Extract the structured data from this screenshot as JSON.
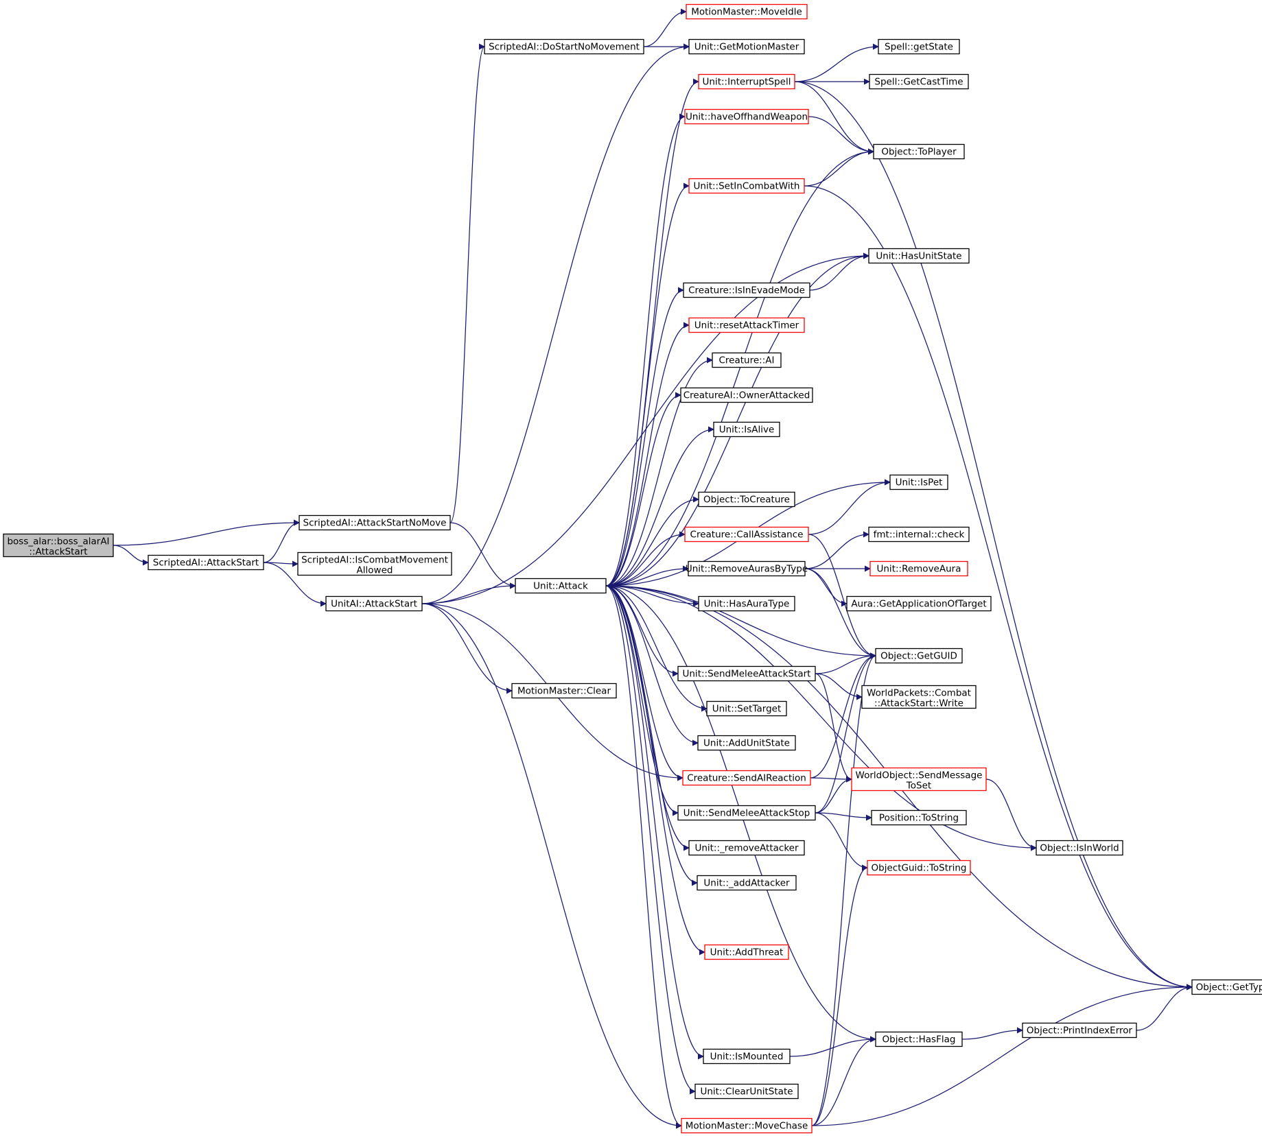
{
  "colors": {
    "edge": "#191970",
    "node_border": "#000000",
    "linked_border": "#ff0000",
    "root_fill": "#bfbfbf",
    "node_fill": "#ffffff"
  },
  "nodes": [
    {
      "id": "root",
      "lines": [
        "boss_alar::boss_alarAI",
        "::AttackStart"
      ],
      "style": "root"
    },
    {
      "id": "sai_asnm",
      "lines": [
        "ScriptedAI::AttackStartNoMove"
      ],
      "style": "normal"
    },
    {
      "id": "sai_as",
      "lines": [
        "ScriptedAI::AttackStart"
      ],
      "style": "normal"
    },
    {
      "id": "sai_icma",
      "lines": [
        "ScriptedAI::IsCombatMovement",
        "Allowed"
      ],
      "style": "normal"
    },
    {
      "id": "uai_as",
      "lines": [
        "UnitAI::AttackStart"
      ],
      "style": "normal"
    },
    {
      "id": "sai_dsnm",
      "lines": [
        "ScriptedAI::DoStartNoMovement"
      ],
      "style": "normal"
    },
    {
      "id": "mm_clear",
      "lines": [
        "MotionMaster::Clear"
      ],
      "style": "normal"
    },
    {
      "id": "u_attack",
      "lines": [
        "Unit::Attack"
      ],
      "style": "normal"
    },
    {
      "id": "mm_moveidle",
      "lines": [
        "MotionMaster::MoveIdle"
      ],
      "style": "linked"
    },
    {
      "id": "u_gmm",
      "lines": [
        "Unit::GetMotionMaster"
      ],
      "style": "normal"
    },
    {
      "id": "u_interrupt",
      "lines": [
        "Unit::InterruptSpell"
      ],
      "style": "linked"
    },
    {
      "id": "u_offhand",
      "lines": [
        "Unit::haveOffhandWeapon"
      ],
      "style": "linked"
    },
    {
      "id": "u_sicw",
      "lines": [
        "Unit::SetInCombatWith"
      ],
      "style": "linked"
    },
    {
      "id": "c_evade",
      "lines": [
        "Creature::IsInEvadeMode"
      ],
      "style": "normal"
    },
    {
      "id": "u_resetat",
      "lines": [
        "Unit::resetAttackTimer"
      ],
      "style": "linked"
    },
    {
      "id": "c_ai",
      "lines": [
        "Creature::AI"
      ],
      "style": "normal"
    },
    {
      "id": "cai_owner",
      "lines": [
        "CreatureAI::OwnerAttacked"
      ],
      "style": "normal"
    },
    {
      "id": "u_isalive",
      "lines": [
        "Unit::IsAlive"
      ],
      "style": "normal"
    },
    {
      "id": "o_tocreature",
      "lines": [
        "Object::ToCreature"
      ],
      "style": "normal"
    },
    {
      "id": "c_callassist",
      "lines": [
        "Creature::CallAssistance"
      ],
      "style": "linked"
    },
    {
      "id": "u_rabt",
      "lines": [
        "Unit::RemoveAurasByType"
      ],
      "style": "normal"
    },
    {
      "id": "u_hasauratype",
      "lines": [
        "Unit::HasAuraType"
      ],
      "style": "normal"
    },
    {
      "id": "u_smas",
      "lines": [
        "Unit::SendMeleeAttackStart"
      ],
      "style": "normal"
    },
    {
      "id": "u_settarget",
      "lines": [
        "Unit::SetTarget"
      ],
      "style": "normal"
    },
    {
      "id": "u_addunitstate",
      "lines": [
        "Unit::AddUnitState"
      ],
      "style": "normal"
    },
    {
      "id": "c_sendai",
      "lines": [
        "Creature::SendAIReaction"
      ],
      "style": "linked"
    },
    {
      "id": "u_smastop",
      "lines": [
        "Unit::SendMeleeAttackStop"
      ],
      "style": "normal"
    },
    {
      "id": "u_removeattacker",
      "lines": [
        "Unit::_removeAttacker"
      ],
      "style": "normal"
    },
    {
      "id": "u_addattacker",
      "lines": [
        "Unit::_addAttacker"
      ],
      "style": "normal"
    },
    {
      "id": "u_addthreat",
      "lines": [
        "Unit::AddThreat"
      ],
      "style": "linked"
    },
    {
      "id": "u_ismounted",
      "lines": [
        "Unit::IsMounted"
      ],
      "style": "normal"
    },
    {
      "id": "u_clearunitstate",
      "lines": [
        "Unit::ClearUnitState"
      ],
      "style": "normal"
    },
    {
      "id": "mm_movechase",
      "lines": [
        "MotionMaster::MoveChase"
      ],
      "style": "linked"
    },
    {
      "id": "sp_getstate",
      "lines": [
        "Spell::getState"
      ],
      "style": "normal"
    },
    {
      "id": "sp_getcasttime",
      "lines": [
        "Spell::GetCastTime"
      ],
      "style": "normal"
    },
    {
      "id": "o_toplayer",
      "lines": [
        "Object::ToPlayer"
      ],
      "style": "normal"
    },
    {
      "id": "u_hasunitstate",
      "lines": [
        "Unit::HasUnitState"
      ],
      "style": "normal"
    },
    {
      "id": "u_ispet",
      "lines": [
        "Unit::IsPet"
      ],
      "style": "normal"
    },
    {
      "id": "fmt_check",
      "lines": [
        "fmt::internal::check"
      ],
      "style": "normal"
    },
    {
      "id": "u_removeaura",
      "lines": [
        "Unit::RemoveAura"
      ],
      "style": "linked"
    },
    {
      "id": "aura_gaot",
      "lines": [
        "Aura::GetApplicationOfTarget"
      ],
      "style": "normal"
    },
    {
      "id": "o_getguid",
      "lines": [
        "Object::GetGUID"
      ],
      "style": "normal"
    },
    {
      "id": "wp_write",
      "lines": [
        "WorldPackets::Combat",
        "::AttackStart::Write"
      ],
      "style": "normal"
    },
    {
      "id": "wo_sendmsg",
      "lines": [
        "WorldObject::SendMessage",
        "ToSet"
      ],
      "style": "linked"
    },
    {
      "id": "pos_tostring",
      "lines": [
        "Position::ToString"
      ],
      "style": "normal"
    },
    {
      "id": "og_tostring",
      "lines": [
        "ObjectGuid::ToString"
      ],
      "style": "linked"
    },
    {
      "id": "o_isinworld",
      "lines": [
        "Object::IsInWorld"
      ],
      "style": "normal"
    },
    {
      "id": "o_gettypeid",
      "lines": [
        "Object::GetTypeId"
      ],
      "style": "normal"
    },
    {
      "id": "o_hasflag",
      "lines": [
        "Object::HasFlag"
      ],
      "style": "normal"
    },
    {
      "id": "o_pie",
      "lines": [
        "Object::PrintIndexError"
      ],
      "style": "normal"
    }
  ],
  "edges": [
    [
      "root",
      "sai_asnm"
    ],
    [
      "root",
      "sai_as"
    ],
    [
      "sai_as",
      "sai_asnm"
    ],
    [
      "sai_as",
      "sai_icma"
    ],
    [
      "sai_as",
      "uai_as"
    ],
    [
      "sai_asnm",
      "sai_dsnm"
    ],
    [
      "sai_asnm",
      "u_attack"
    ],
    [
      "sai_dsnm",
      "mm_moveidle"
    ],
    [
      "sai_dsnm",
      "u_gmm"
    ],
    [
      "uai_as",
      "u_gmm"
    ],
    [
      "uai_as",
      "u_attack"
    ],
    [
      "uai_as",
      "mm_clear"
    ],
    [
      "uai_as",
      "u_hasunitstate"
    ],
    [
      "uai_as",
      "c_sendai"
    ],
    [
      "uai_as",
      "mm_movechase"
    ],
    [
      "u_attack",
      "u_interrupt"
    ],
    [
      "u_attack",
      "u_offhand"
    ],
    [
      "u_attack",
      "o_toplayer"
    ],
    [
      "u_attack",
      "u_sicw"
    ],
    [
      "u_attack",
      "u_hasunitstate"
    ],
    [
      "u_attack",
      "c_evade"
    ],
    [
      "u_attack",
      "u_resetat"
    ],
    [
      "u_attack",
      "c_ai"
    ],
    [
      "u_attack",
      "cai_owner"
    ],
    [
      "u_attack",
      "u_isalive"
    ],
    [
      "u_attack",
      "u_ispet"
    ],
    [
      "u_attack",
      "o_tocreature"
    ],
    [
      "u_attack",
      "c_callassist"
    ],
    [
      "u_attack",
      "u_rabt"
    ],
    [
      "u_attack",
      "u_hasauratype"
    ],
    [
      "u_attack",
      "o_getguid"
    ],
    [
      "u_attack",
      "u_smas"
    ],
    [
      "u_attack",
      "u_settarget"
    ],
    [
      "u_attack",
      "u_addunitstate"
    ],
    [
      "u_attack",
      "c_sendai"
    ],
    [
      "u_attack",
      "u_smastop"
    ],
    [
      "u_attack",
      "u_removeattacker"
    ],
    [
      "u_attack",
      "u_addattacker"
    ],
    [
      "u_attack",
      "o_isinworld"
    ],
    [
      "u_attack",
      "u_addthreat"
    ],
    [
      "u_attack",
      "o_gettypeid"
    ],
    [
      "u_attack",
      "o_hasflag"
    ],
    [
      "u_attack",
      "u_ismounted"
    ],
    [
      "u_attack",
      "u_clearunitstate"
    ],
    [
      "u_attack",
      "mm_movechase"
    ],
    [
      "u_interrupt",
      "sp_getstate"
    ],
    [
      "u_interrupt",
      "sp_getcasttime"
    ],
    [
      "u_interrupt",
      "o_toplayer"
    ],
    [
      "u_interrupt",
      "o_gettypeid"
    ],
    [
      "u_offhand",
      "o_toplayer"
    ],
    [
      "u_sicw",
      "o_toplayer"
    ],
    [
      "u_sicw",
      "o_gettypeid"
    ],
    [
      "c_evade",
      "u_hasunitstate"
    ],
    [
      "c_callassist",
      "u_ispet"
    ],
    [
      "c_callassist",
      "o_getguid"
    ],
    [
      "u_rabt",
      "fmt_check"
    ],
    [
      "u_rabt",
      "u_removeaura"
    ],
    [
      "u_rabt",
      "aura_gaot"
    ],
    [
      "u_rabt",
      "o_getguid"
    ],
    [
      "u_smas",
      "o_getguid"
    ],
    [
      "u_smas",
      "wp_write"
    ],
    [
      "u_smas",
      "wo_sendmsg"
    ],
    [
      "c_sendai",
      "o_getguid"
    ],
    [
      "c_sendai",
      "wo_sendmsg"
    ],
    [
      "u_smastop",
      "o_getguid"
    ],
    [
      "u_smastop",
      "wo_sendmsg"
    ],
    [
      "u_smastop",
      "pos_tostring"
    ],
    [
      "u_smastop",
      "og_tostring"
    ],
    [
      "wo_sendmsg",
      "o_isinworld"
    ],
    [
      "u_ismounted",
      "o_hasflag"
    ],
    [
      "mm_movechase",
      "o_getguid"
    ],
    [
      "mm_movechase",
      "og_tostring"
    ],
    [
      "mm_movechase",
      "o_hasflag"
    ],
    [
      "mm_movechase",
      "o_gettypeid"
    ],
    [
      "o_hasflag",
      "o_pie"
    ],
    [
      "o_pie",
      "o_gettypeid"
    ]
  ]
}
